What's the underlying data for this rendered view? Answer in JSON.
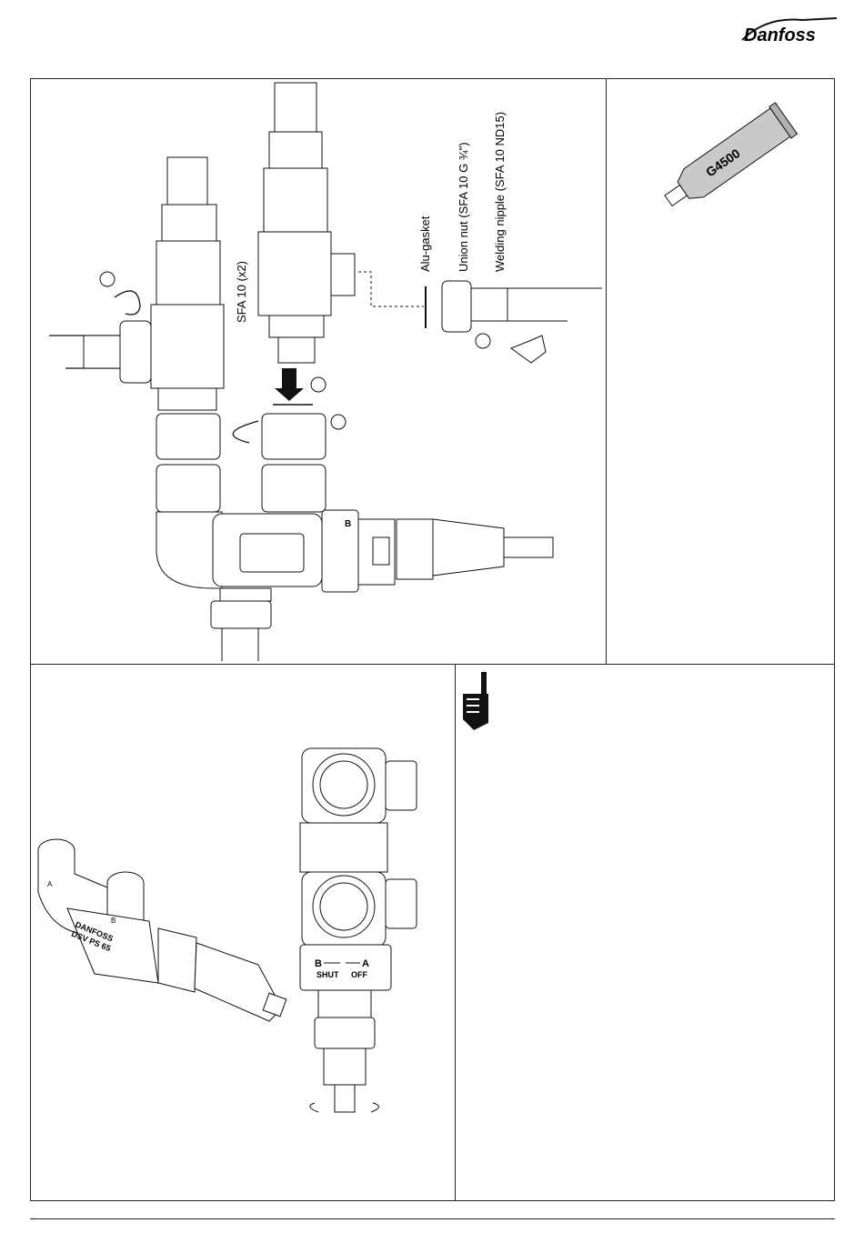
{
  "header": {
    "brand": "Danfoss"
  },
  "panel_installation": {
    "label_sfa": "SFA 10 (x2)",
    "label_gasket": "Alu-gasket",
    "label_union": "Union nut (SFA 10 G ¾\")",
    "label_nipple": "Welding nipple (SFA 10 ND15)",
    "valve_mark": "B"
  },
  "panel_grease": {
    "tube_label": "G4500"
  },
  "panel_valve": {
    "body_text_line1": "DANFOSS",
    "body_text_line2": "DSV PS 65",
    "port_a": "A",
    "port_b": "B",
    "dir_b": "B",
    "dir_a": "A",
    "shut": "SHUT",
    "off": "OFF"
  },
  "panel_note": {
    "icon": "pointing-hand-icon"
  }
}
